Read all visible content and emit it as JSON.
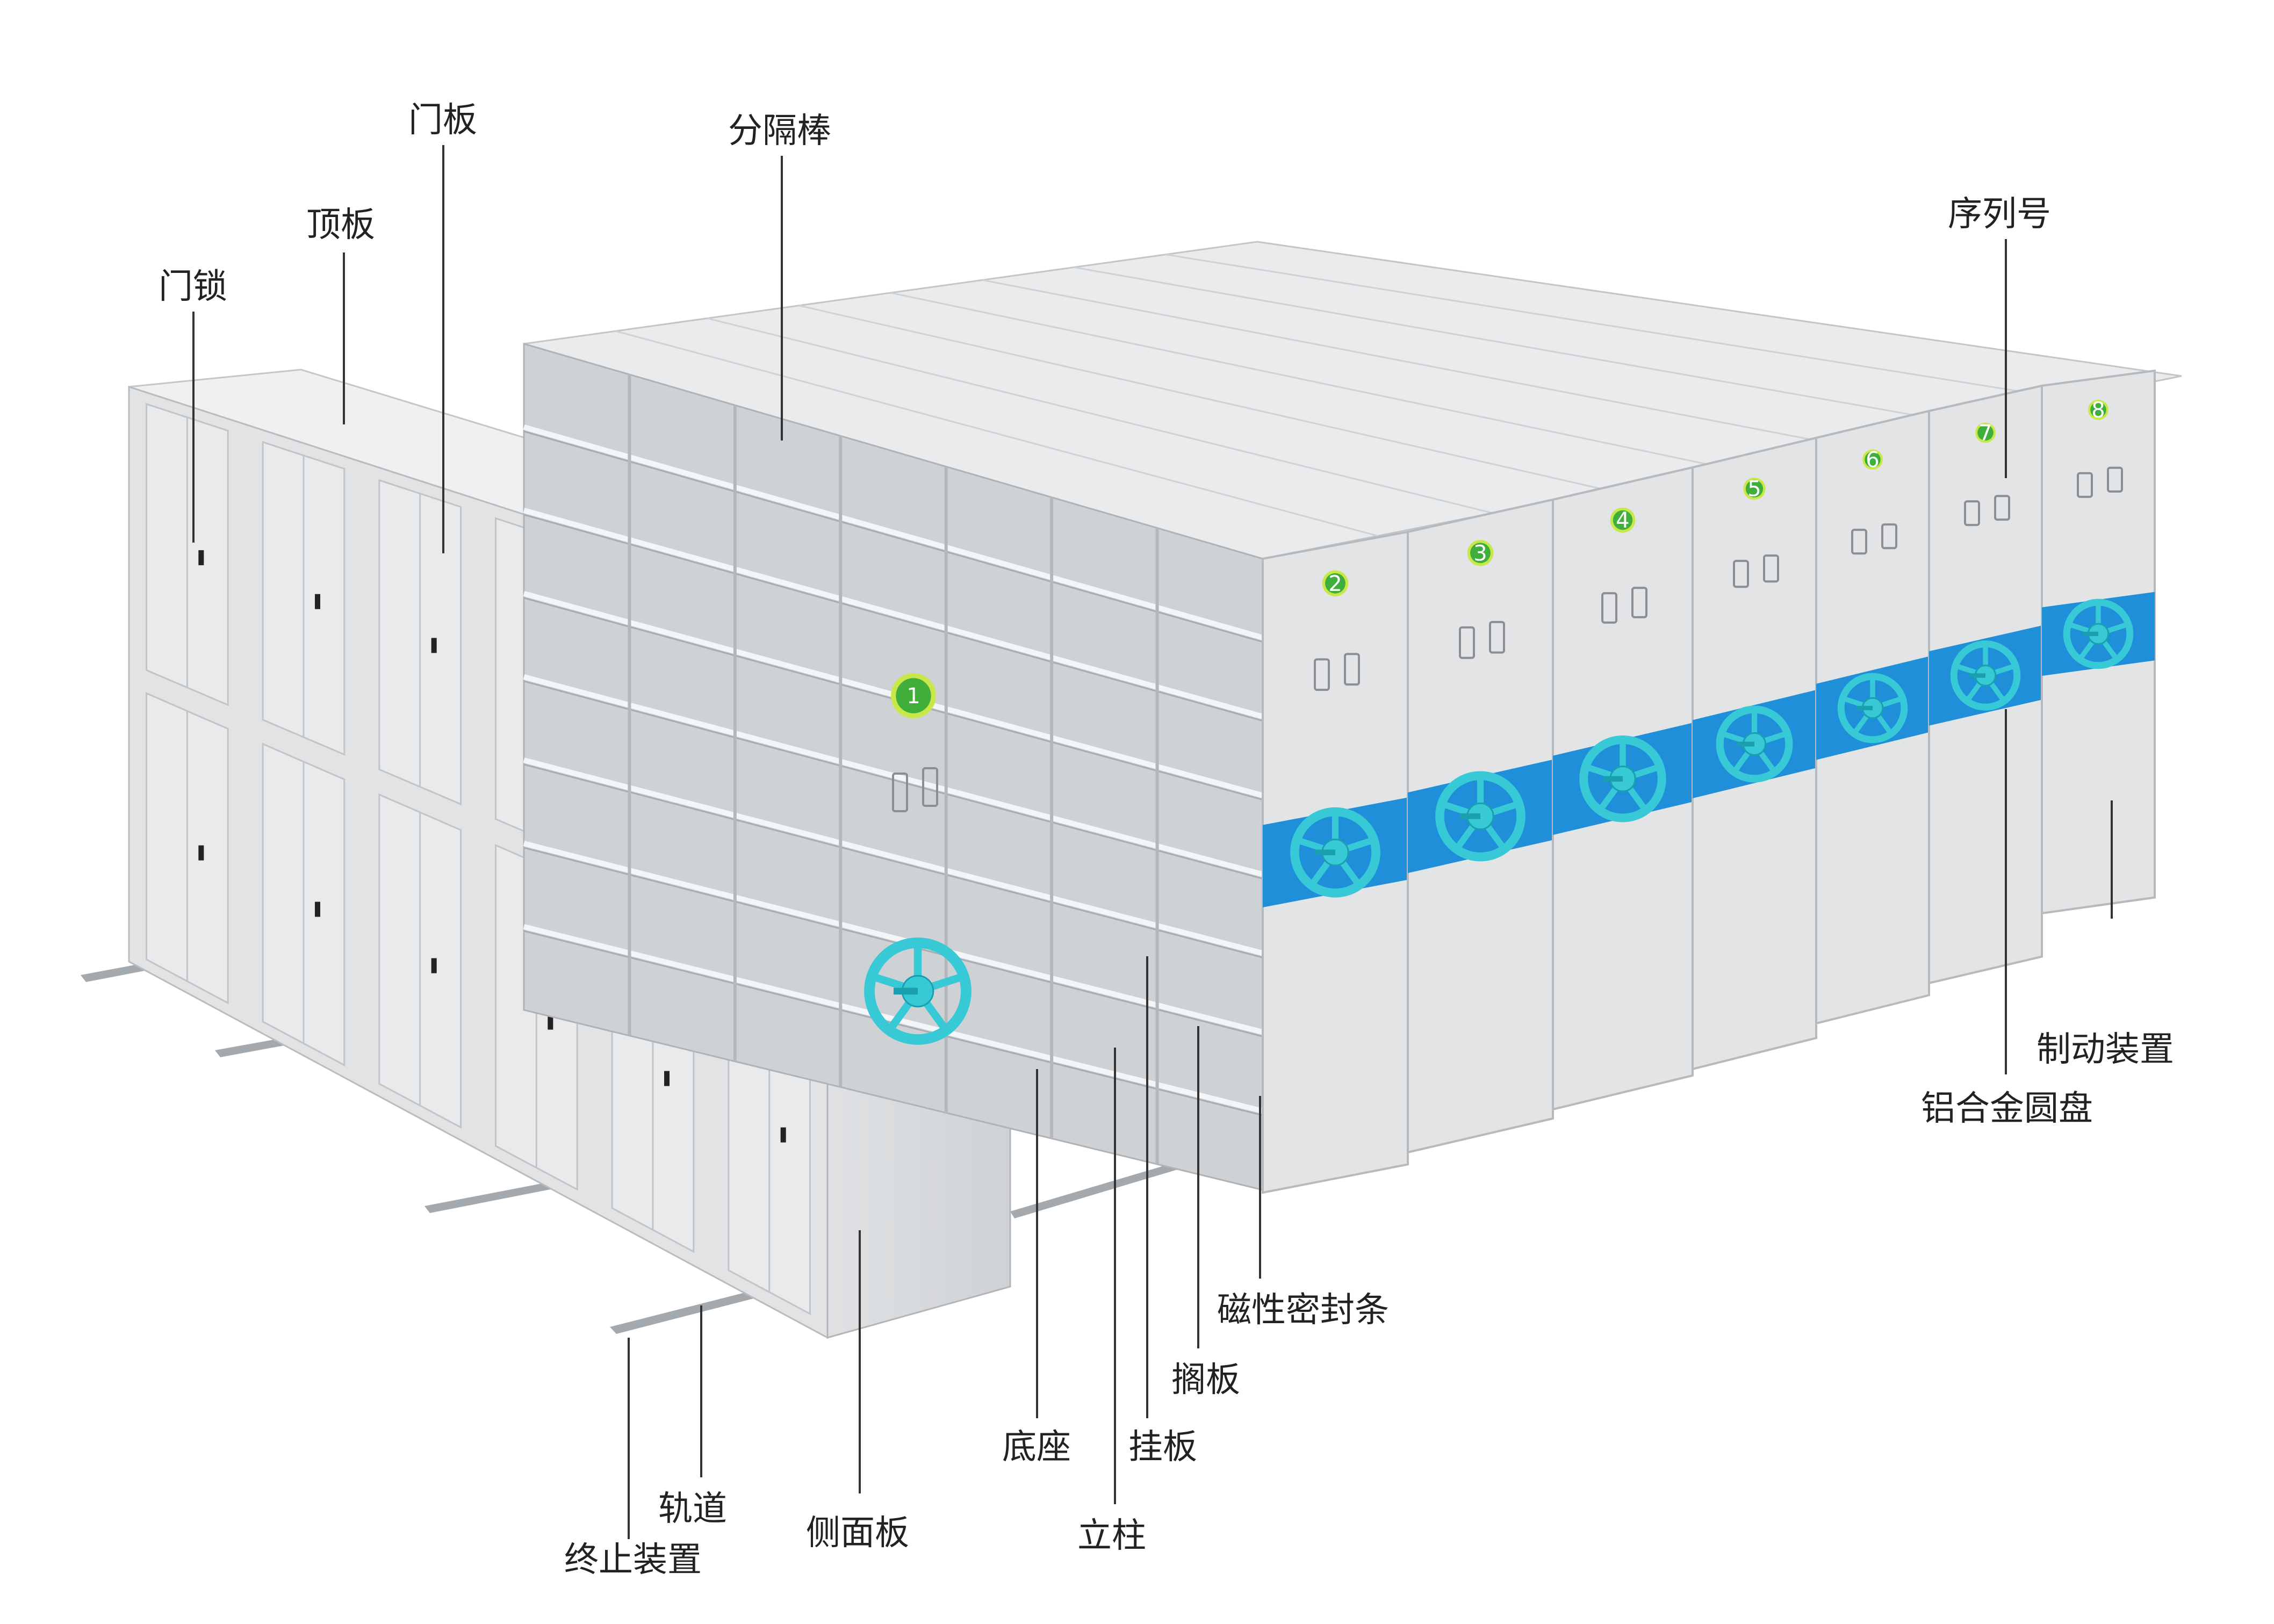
{
  "colors": {
    "panel": "#e3e4e6",
    "panel_dark": "#d3d5d8",
    "panel_edge": "#b7babd",
    "top": "#eceef0",
    "band": "#1e8fd8",
    "wheel": "#38c9d6",
    "wheel_dark": "#1a9fb0",
    "badge": "#3fae3a",
    "badge_ring": "#c8e84a",
    "rail": "#9aa0a6"
  },
  "serial_numbers": [
    "1",
    "2",
    "3",
    "4",
    "5",
    "6",
    "7",
    "8"
  ],
  "labels": {
    "door_lock": "门锁",
    "top_panel": "顶板",
    "door_panel": "门板",
    "divider_rod": "分隔棒",
    "serial_number": "序列号",
    "brake_device": "制动装置",
    "alloy_disc": "铝合金圆盘",
    "magnetic_seal": "磁性密封条",
    "shelf": "搁板",
    "hanging_plate": "挂板",
    "base": "底座",
    "column": "立柱",
    "side_panel": "侧面板",
    "rail": "轨道",
    "end_stop": "终止装置"
  }
}
